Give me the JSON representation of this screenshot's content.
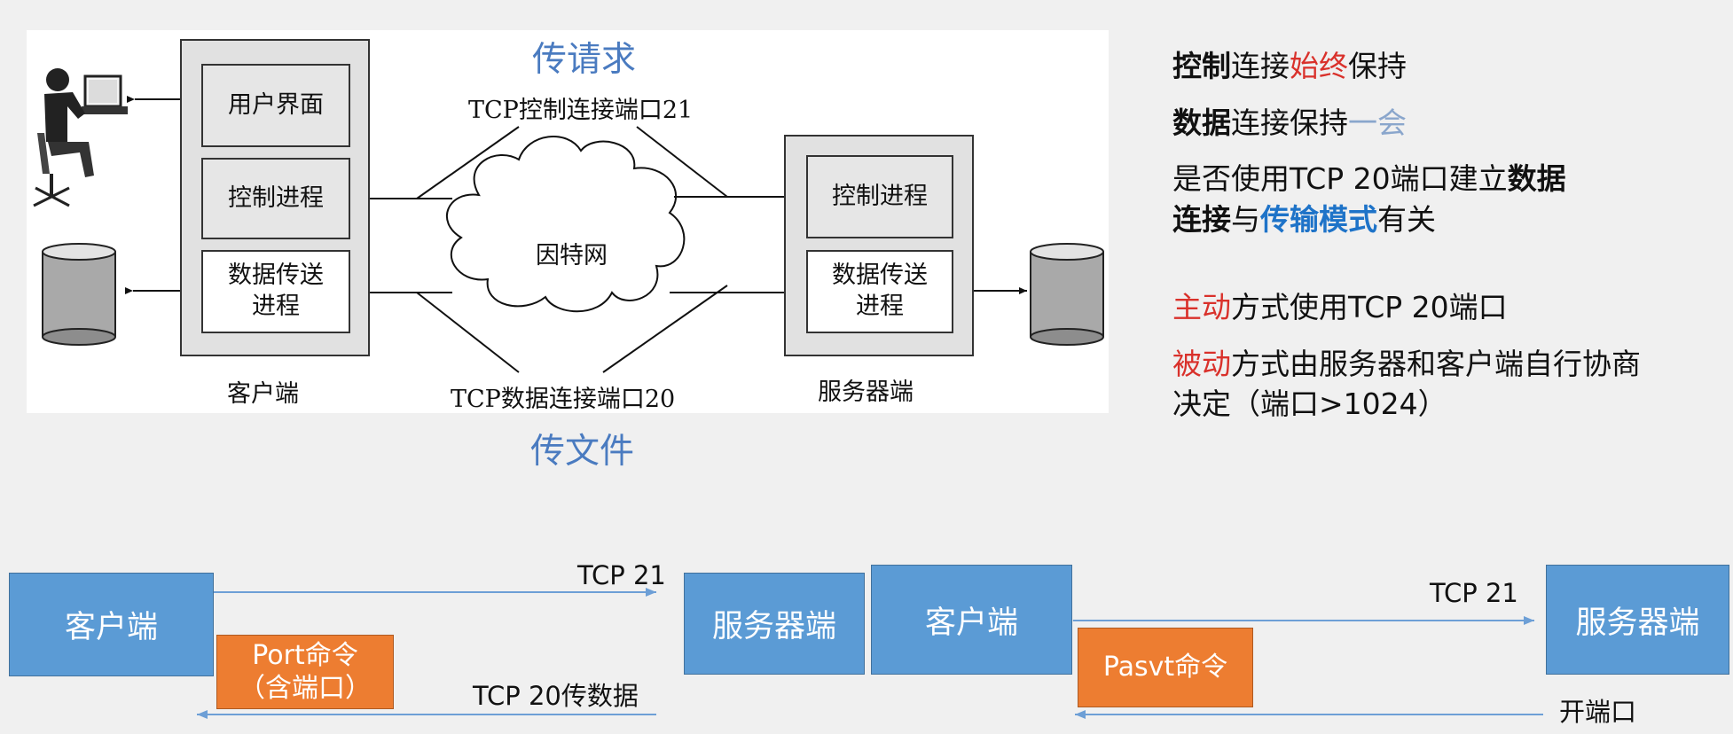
{
  "ftp_diagram": {
    "req_label": "传请求",
    "file_label": "传文件",
    "ctrl_port_label": "TCP控制连接端口21",
    "data_port_label": "TCP数据连接端口20",
    "internet_label": "因特网",
    "client": {
      "ui": "用户界面",
      "ctrl": "控制进程",
      "data_line1": "数据传送",
      "data_line2": "进程",
      "caption": "客户端"
    },
    "server": {
      "ctrl": "控制进程",
      "data_line1": "数据传送",
      "data_line2": "进程",
      "caption": "服务器端"
    }
  },
  "notes": {
    "n1": {
      "a": "控制",
      "b": "连接",
      "c": "始终",
      "d": "保持"
    },
    "n2": {
      "a": "数据",
      "b": "连接保持",
      "c": "一会"
    },
    "n3": {
      "a": "是否使用TCP 20端口建立",
      "b": "数据",
      "c": "连接",
      "d": "与",
      "e": "传输模式",
      "f": "有关"
    },
    "n4": {
      "a": "主动",
      "b": "方式使用TCP 20端口"
    },
    "n5": {
      "a": "被动",
      "b": "方式由服务器和客户端自行协商",
      "c": "决定（端口>1024）"
    }
  },
  "active_mode": {
    "client": "客户端",
    "server": "服务器端",
    "tcp21": "TCP 21",
    "cmd_line1": "Port命令",
    "cmd_line2": "（含端口）",
    "tcp20": "TCP 20传数据"
  },
  "passive_mode": {
    "client": "客户端",
    "server": "服务器端",
    "tcp21": "TCP 21",
    "cmd": "Pasvt命令",
    "open_port": "开端口"
  },
  "colors": {
    "blue_box": "#5b9bd5",
    "orange_box": "#ed7d31",
    "red_text": "#d9312b",
    "blue_text": "#1e73c8"
  }
}
